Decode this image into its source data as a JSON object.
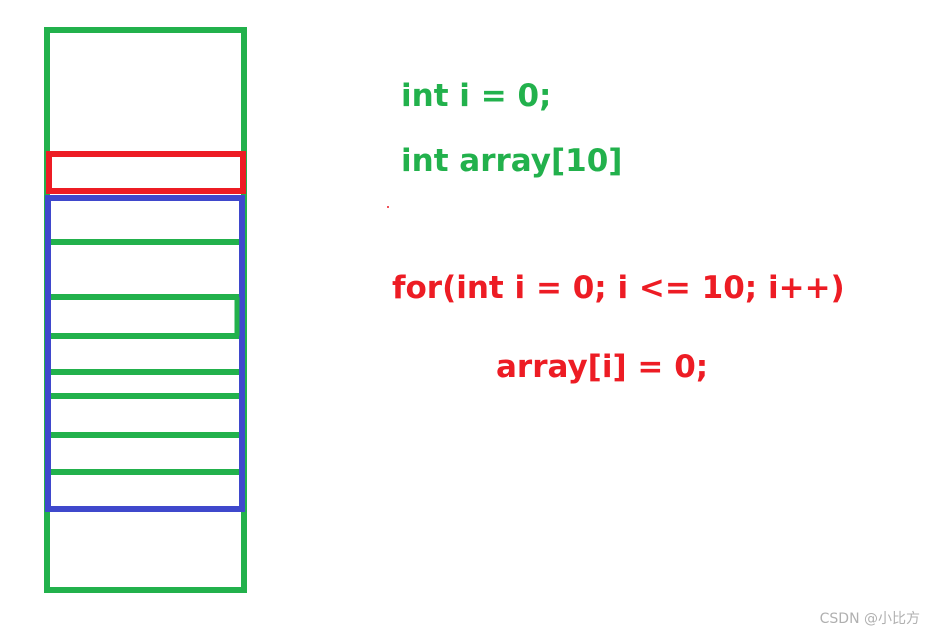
{
  "colors": {
    "stack": "#22b14c",
    "variable_i": "#ed1c24",
    "array": "#3f48cc",
    "loop_code": "#ed1c24"
  },
  "code": {
    "decl_i": "int i = 0;",
    "decl_array": "int array[10]",
    "loop_header": "for(int i = 0; i <= 10; i++)",
    "loop_body": "array[i] = 0;"
  },
  "watermark": "CSDN @小比方"
}
